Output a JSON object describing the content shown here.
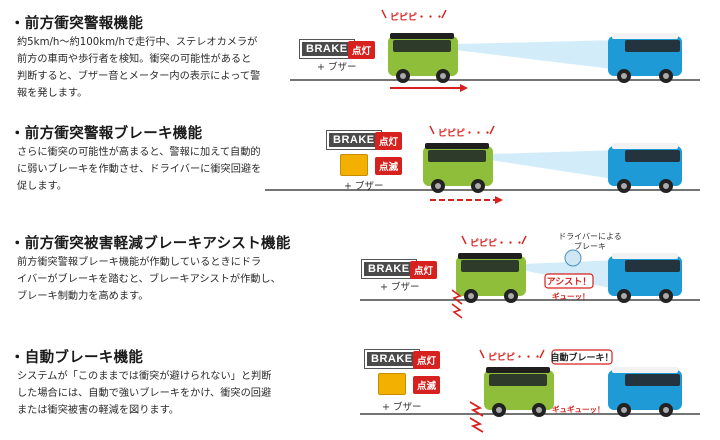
{
  "sections": [
    {
      "title": "・前方衝突警報機能",
      "description": "約5km/h～約100km/hで走行中、ステレオカメラが\n前方の車両や歩行者を検知。衝突の可能性があると\n判断すると、ブザー音とメーター内の表示によって警\n報を発します。",
      "brake_label": "BRAKE",
      "lamp_label": "点灯",
      "buzzer_label": "+ ブザー",
      "beep_label": "ピピピ・・・"
    },
    {
      "title": "・前方衝突警報ブレーキ機能",
      "description": "さらに衝突の可能性が高まると、警報に加えて自動的\nに弱いブレーキを作動させ、ドライバーに衝突回避を\n促します。",
      "brake_label": "BRAKE",
      "lamp_label": "点灯",
      "flash_label": "点滅",
      "buzzer_label": "+ ブザー",
      "beep_label": "ピピピ・・・"
    },
    {
      "title": "・前方衝突被害軽減ブレーキアシスト機能",
      "description": "前方衝突警報ブレーキ機能が作動しているときにドラ\nイバーがブレーキを踏むと、ブレーキアシストが作動し、\nブレーキ制動力を高めます。",
      "brake_label": "BRAKE",
      "lamp_label": "点灯",
      "buzzer_label": "+ ブザー",
      "beep_label": "ピピピ・・・",
      "driver_brake_label": "ドライバーによる\nブレーキ",
      "assist_label": "アシスト！",
      "squeal_label": "ギューッ！"
    },
    {
      "title": "・自動ブレーキ機能",
      "description": "システムが「このままでは衝突が避けられない」と判断\nした場合には、自動で強いブレーキをかけ、衝突の回避\nまたは衝突被害の軽減を図ります。",
      "brake_label": "BRAKE",
      "lamp_label": "点灯",
      "flash_label": "点滅",
      "buzzer_label": "+ ブザー",
      "beep_label": "ピピピ・・・",
      "auto_brake_label": "自動ブレーキ！",
      "squeal_label": "ギュギューッ！"
    }
  ],
  "colors": {
    "accent_red": "#d6211e",
    "car_green": "#8fbf3a",
    "car_blue": "#1e9ad6",
    "warning_amber": "#f4b000"
  }
}
